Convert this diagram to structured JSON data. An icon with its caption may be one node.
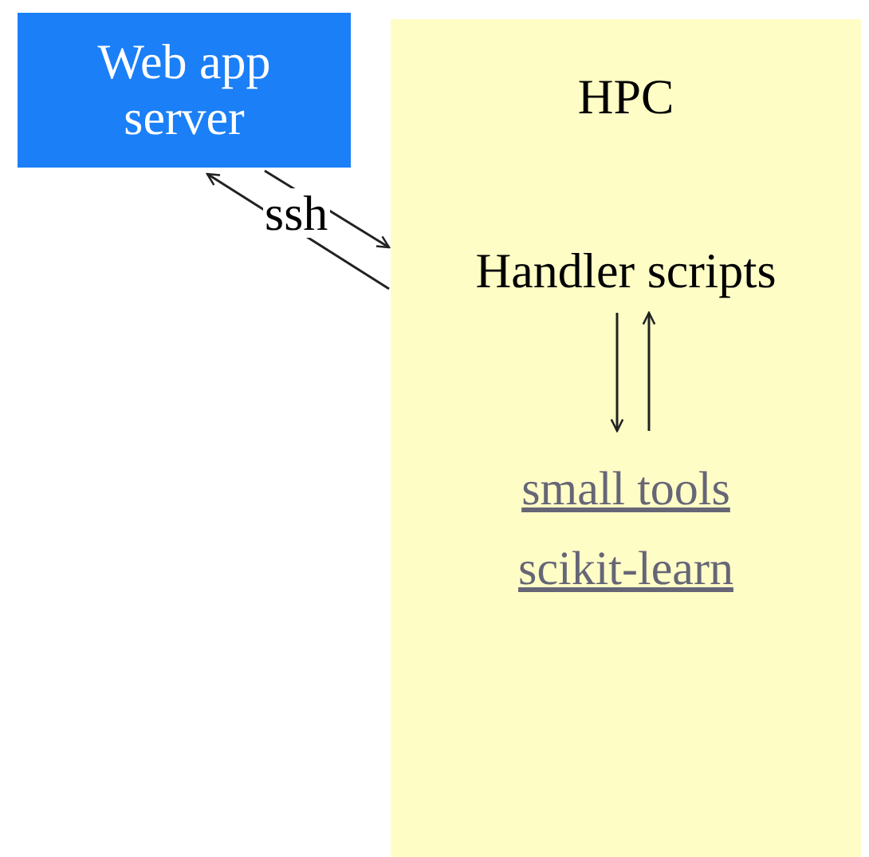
{
  "diagram": {
    "nodes": [
      {
        "text": [
          "Web app server"
        ]
      },
      {
        "text": [
          "HPC"
        ]
      },
      {
        "text": [
          "Handler scripts"
        ],
        "in": 1
      },
      {
        "text": [
          "small tools",
          "scikit-learn"
        ],
        "in": 1
      }
    ],
    "edges": [
      {
        "from": 0,
        "to": 1,
        "arrow": "to",
        "label": "ssh"
      },
      {
        "from": 1,
        "to": 0,
        "arrow": "to"
      },
      {
        "from": 2,
        "to": 3,
        "arrow": "to"
      },
      {
        "from": 3,
        "to": 2,
        "arrow": "to"
      }
    ]
  }
}
